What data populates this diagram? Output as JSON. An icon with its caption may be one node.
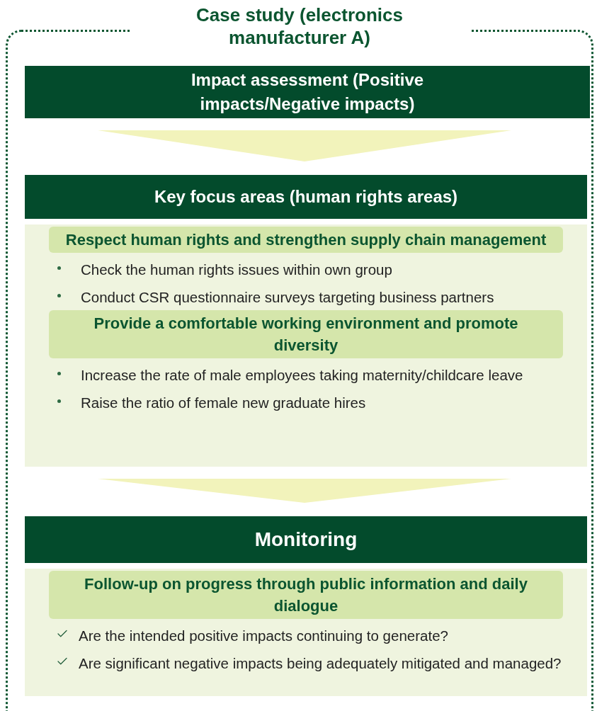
{
  "diagram": {
    "nodes": [
      {
        "text": [
          "Case study (electronics manufacturer A)"
        ]
      },
      {
        "text": [
          "Impact assessment (Positive impacts/Negative impacts)"
        ],
        "in": 0
      },
      {
        "text": [
          "Key focus areas (human rights areas)"
        ],
        "in": 0
      },
      {
        "text": [
          "Check the human rights issues within own group",
          "Conduct CSR questionnaire surveys targeting business partners",
          "Increase the rate of male employees taking maternity/childcare leave",
          "Raise the ratio of female new graduate hires"
        ],
        "in": 0
      },
      {
        "text": [
          "Respect human rights and strengthen supply chain management"
        ],
        "in": 3
      },
      {
        "text": [
          "Provide a comfortable working environment and promote diversity"
        ],
        "in": 3
      },
      {
        "text": [
          "Monitoring"
        ],
        "in": 0
      },
      {
        "text": [
          "Are the intended positive impacts continuing to generate?",
          "Are significant negative impacts being adequately mitigated and managed?"
        ],
        "in": 0
      },
      {
        "text": [
          "Follow-up on progress through public information and daily dialogue"
        ],
        "in": 7
      }
    ],
    "edges": [
      {
        "from": 1,
        "to": 2,
        "arrow": "to"
      },
      {
        "from": 3,
        "to": 6,
        "arrow": "to"
      }
    ]
  }
}
